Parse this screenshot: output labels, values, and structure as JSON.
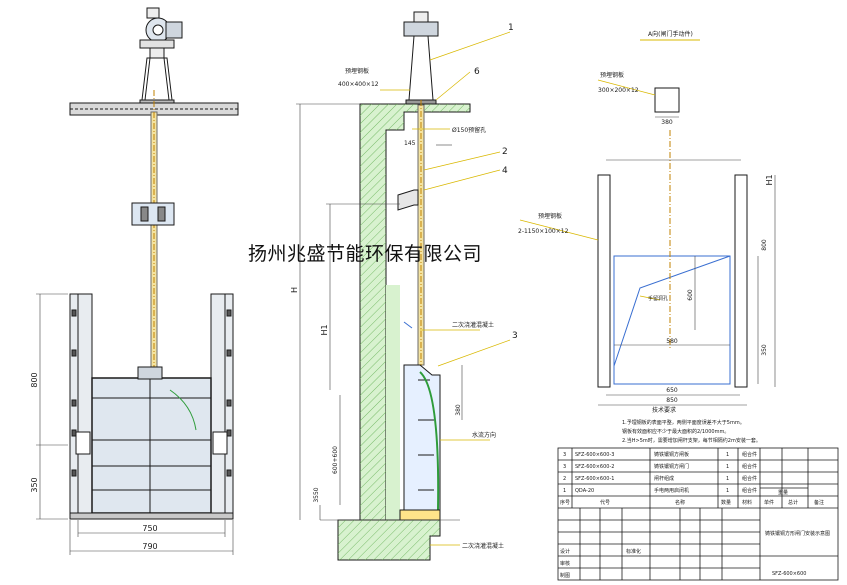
{
  "company_name": "扬州兆盛节能环保有限公司",
  "left_view": {
    "dims": {
      "h800": "800",
      "h350": "350",
      "w750": "750",
      "w790": "790"
    }
  },
  "section_view": {
    "labels": {
      "steel_plate": "预埋钢板",
      "steel_plate_size": "400×400×12",
      "hole": "Ø150预留孔",
      "dim_145": "145",
      "secondary_concrete_1": "二次浇灌混凝土",
      "water_flow": "水流方向",
      "secondary_concrete_2": "二次浇灌混凝土"
    },
    "dims": {
      "H": "H",
      "H1": "H1",
      "d380": "380",
      "d600": "600+600",
      "d3550": "3550"
    },
    "callouts": [
      "1",
      "6",
      "2",
      "4",
      "3"
    ]
  },
  "right_view": {
    "title": "A向(闸门手动件)",
    "plate_label": "预埋钢板",
    "plate_size": "300×200×12",
    "d380": "380",
    "H1": "H1",
    "embed_label": "预埋钢板",
    "embed_size": "2-1150×100×12",
    "hole_label": "手留洞孔",
    "d800": "800",
    "d600": "600",
    "d580": "580",
    "d350": "350",
    "d650": "650",
    "d850": "850"
  },
  "tech_notes": {
    "title": "技术要求",
    "lines": [
      "1.予埋钢板的表面平整，两侧平面度误差不大于5mm。",
      "  钢板有效面积应不少于最大面积的2/1000mm。",
      "2.当H>5m时，需要增加闸杆支架，每节相隔约2m安装一套。"
    ]
  },
  "parts_table": {
    "rows": [
      {
        "no": "3",
        "code": "SFZ-600×600-3",
        "name": "铸铁镶铜方闸板",
        "qty": "1",
        "material": "组合件"
      },
      {
        "no": "3",
        "code": "SFZ-600×600-2",
        "name": "铸铁镶铜方闸门",
        "qty": "1",
        "material": "组合件"
      },
      {
        "no": "2",
        "code": "SFZ-600×600-1",
        "name": "闸杆组成",
        "qty": "1",
        "material": "组合件"
      },
      {
        "no": "1",
        "code": "QDA-20",
        "name": "手电两用启闭机",
        "qty": "1",
        "material": "组合件"
      }
    ],
    "header": [
      "序号",
      "代号",
      "名称",
      "数量",
      "材料",
      "单件",
      "总计",
      "备注"
    ],
    "weight_header": "重量"
  },
  "title_block": {
    "design": "设计",
    "check": "审核",
    "draw": "制图",
    "standard": "标准化",
    "title": "铸铁镶铜方形闸门安装示意图",
    "drawing_no": "SFZ-600×600"
  }
}
